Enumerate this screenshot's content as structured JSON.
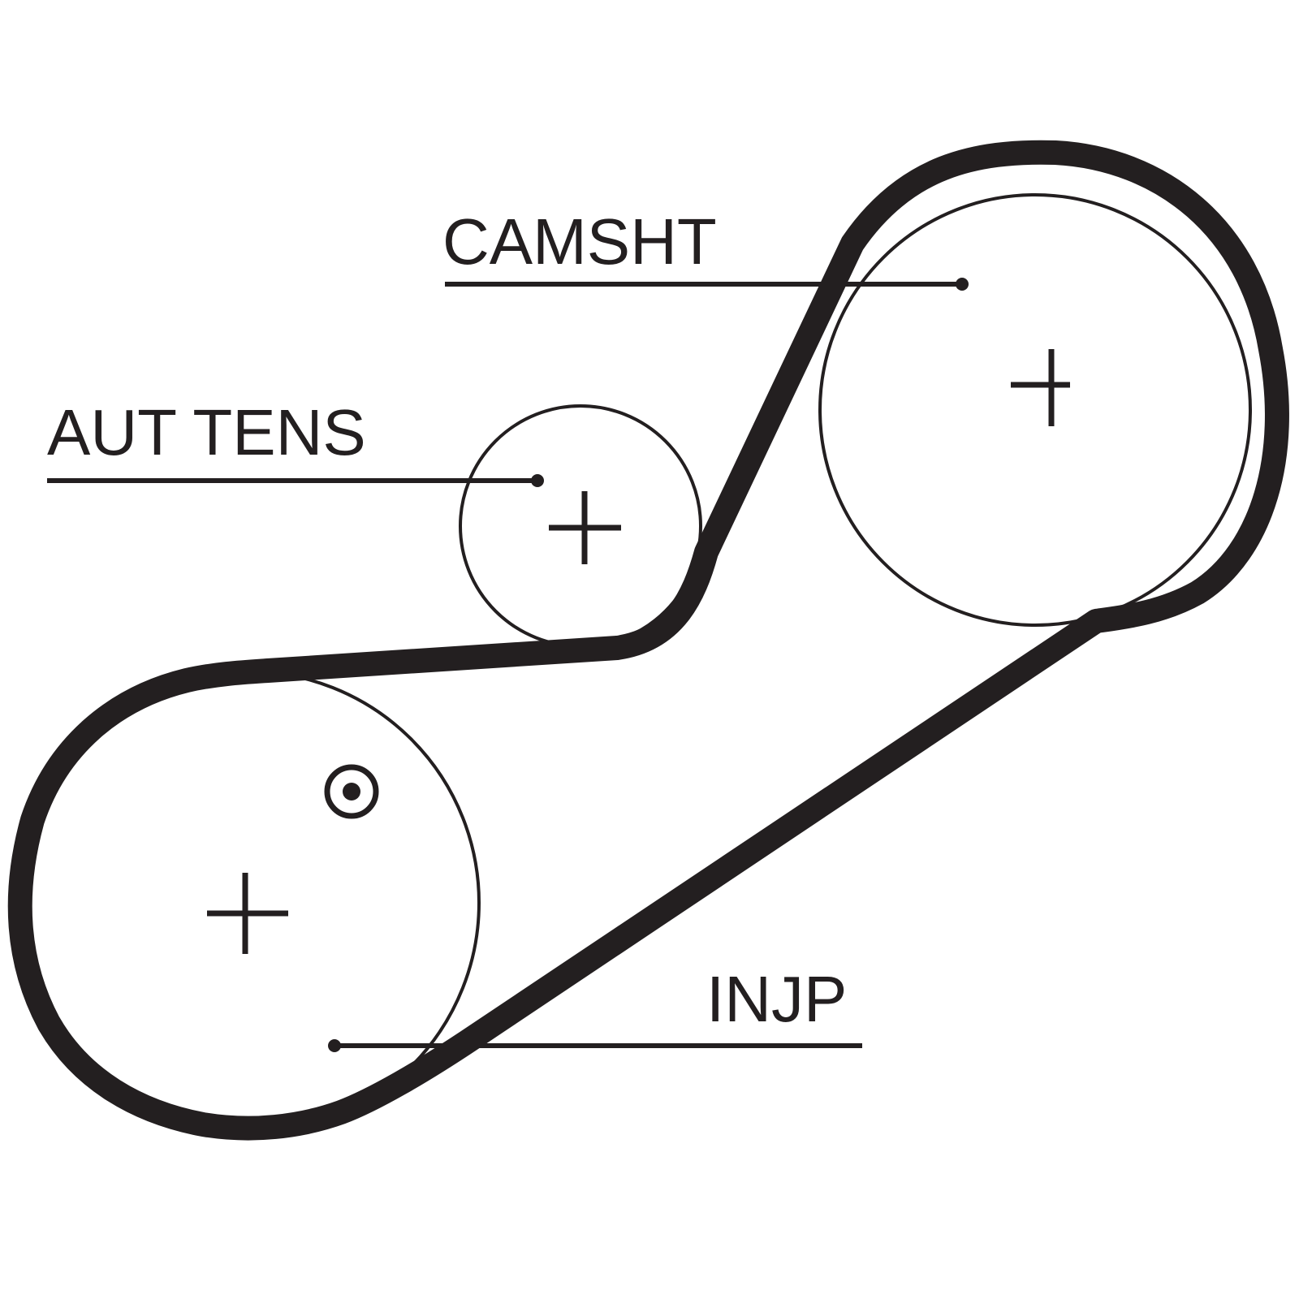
{
  "labels": {
    "camshaft": "CAMSHT",
    "tensioner": "AUT TENS",
    "injection_pump": "INJP"
  },
  "colors": {
    "ink": "#231f20",
    "background": "#ffffff"
  },
  "symbols": {
    "timing_mark": "timing-mark-icon"
  }
}
